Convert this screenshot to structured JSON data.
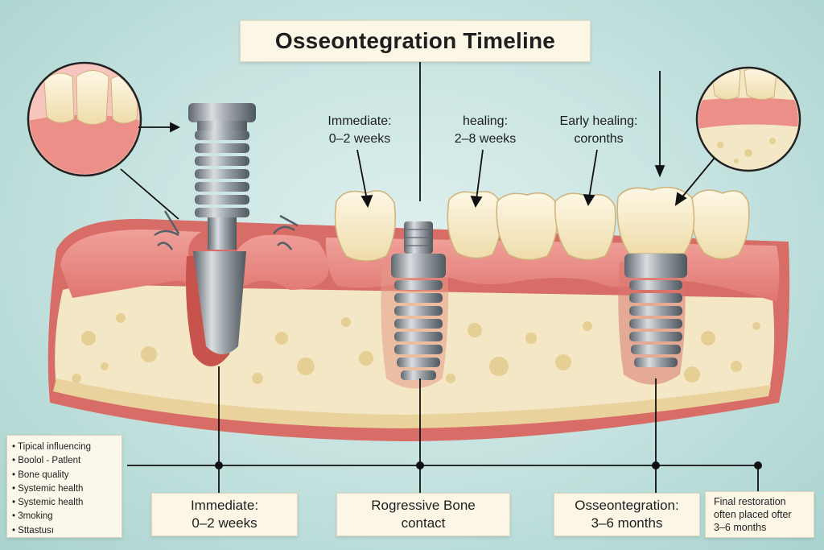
{
  "title": "Osseontegration Timeline",
  "stage_labels": [
    {
      "line1": "Immediate:",
      "line2": "0–2 weeks"
    },
    {
      "line1": "healing:",
      "line2": "2–8 weeks"
    },
    {
      "line1": "Early healing:",
      "line2": "coronths"
    }
  ],
  "factors": {
    "items": [
      "Tipical influencing",
      "Boolol - Patlent",
      "Bone quality",
      "Systemic health",
      "Systemic health",
      "3moking",
      "Sttastusı"
    ]
  },
  "timeline_boxes": [
    {
      "line1": "Immediate:",
      "line2": "0–2 weeks"
    },
    {
      "line1": "Rogressive Bone",
      "line2": "contact"
    },
    {
      "line1": "Osseontegration:",
      "line2": "3–6 months"
    }
  ],
  "final_note": {
    "line1": "Final restoration",
    "line2": "often placed ofter",
    "line3": "3–6 months"
  },
  "colors": {
    "gum": "#e8857e",
    "bone": "#f3e7c6",
    "implant": "#8e959c",
    "tooth": "#f8ecc8",
    "label_bg": "#fbf6e6"
  }
}
